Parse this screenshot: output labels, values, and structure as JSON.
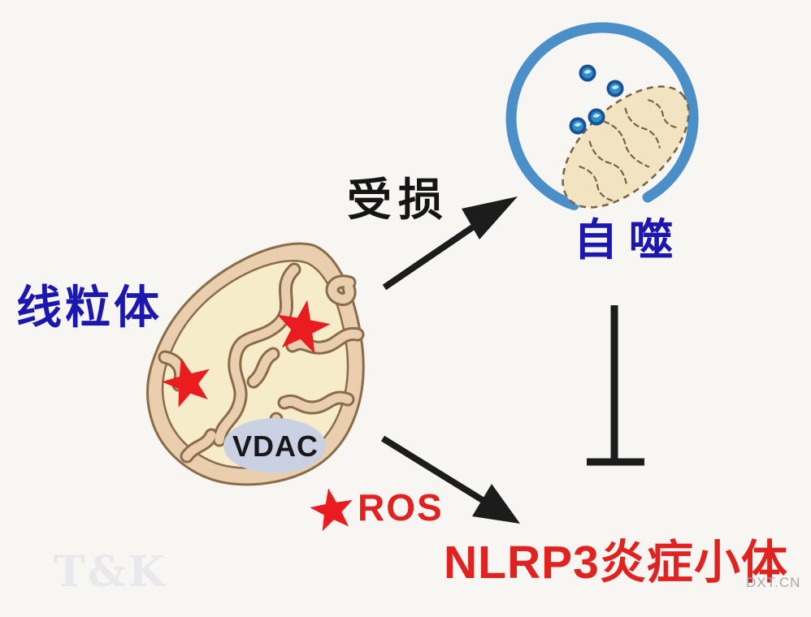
{
  "colors": {
    "background": "#f7f6f3",
    "label_blue": "#1c17ae",
    "label_red": "#e02320",
    "arrow_black": "#1c1c1c",
    "membrane_blue": "#4b8fc8",
    "mito_fill": "#e9cfad",
    "mito_outline": "#8a6b4a",
    "cristae_fill": "#f6ecca",
    "vdac_fill": "#c9d1e2",
    "star_red": "#ea1c1f"
  },
  "diagram": {
    "labels": {
      "mitochondria": "线粒体",
      "damaged": "受损",
      "autophagy": "自噬",
      "vdac": "VDAC",
      "ros": "ROS",
      "nlrp3": "NLRP3炎症小体"
    },
    "watermarks": {
      "left": "T&K",
      "right": "DXT.CN"
    }
  }
}
